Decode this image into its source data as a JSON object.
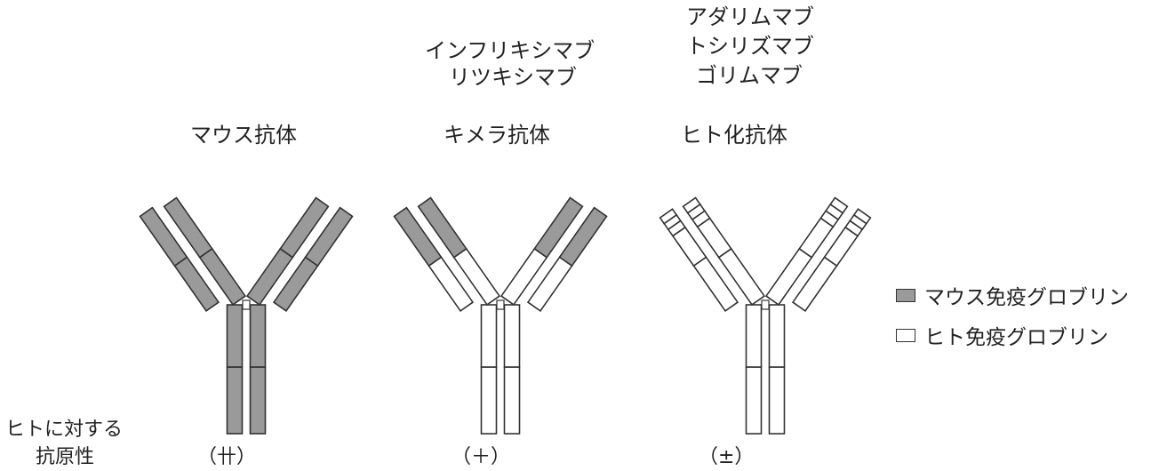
{
  "antibodies": [
    {
      "title": "マウス抗体",
      "drugs": [],
      "affinity": "（卄）"
    },
    {
      "title": "キメラ抗体",
      "drugs": [
        "インフリキシマブ",
        "リツキシマブ"
      ],
      "affinity": "（＋）"
    },
    {
      "title": "ヒト化抗体",
      "drugs": [
        "アダリムマブ",
        "トシリズマブ",
        "ゴリムマブ"
      ],
      "affinity": "（±）"
    }
  ],
  "row_label": [
    "ヒトに対する",
    "抗原性"
  ],
  "legend": [
    {
      "kind": "mouse",
      "label": "マウス免疫グロブリン"
    },
    {
      "kind": "human",
      "label": "ヒト免疫グロブリン"
    }
  ],
  "colors": {
    "mouse": "#9a9a9a",
    "human": "#ffffff",
    "outline": "#333333"
  }
}
